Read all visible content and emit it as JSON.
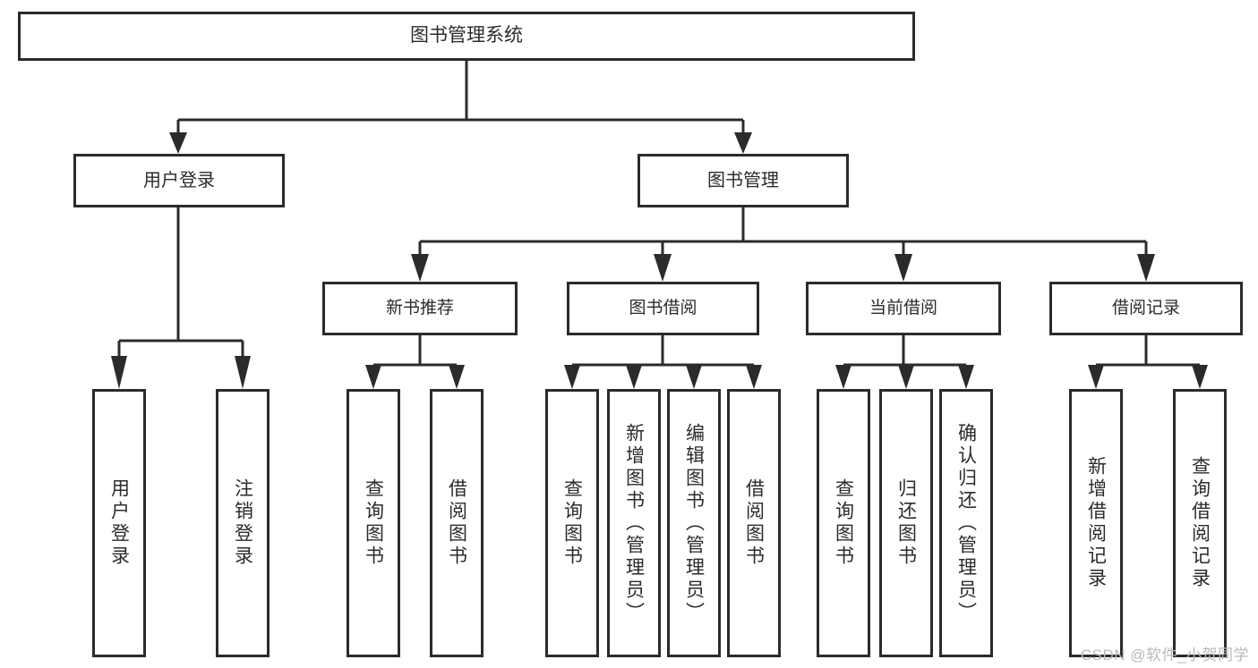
{
  "diagram": {
    "title": "图书管理系统",
    "watermark": "CSDN @软件_小贺同学",
    "colors": {
      "line": "#2b2b2b",
      "box_border": "#2b2b2b",
      "background": "#ffffff",
      "watermark": "#b9b9b9"
    },
    "root": {
      "label": "图书管理系统"
    },
    "level1": [
      {
        "label": "用户登录"
      },
      {
        "label": "图书管理"
      }
    ],
    "level2": [
      {
        "label": "新书推荐"
      },
      {
        "label": "图书借阅"
      },
      {
        "label": "当前借阅"
      },
      {
        "label": "借阅记录"
      }
    ],
    "leaves": {
      "user_login": [
        {
          "label": "用户登录"
        },
        {
          "label": "注销登录"
        }
      ],
      "new_book_recommend": [
        {
          "label": "查询图书"
        },
        {
          "label": "借阅图书"
        }
      ],
      "book_borrow": [
        {
          "label": "查询图书"
        },
        {
          "label": "新增图书（管理员）"
        },
        {
          "label": "编辑图书（管理员）"
        },
        {
          "label": "借阅图书"
        }
      ],
      "current_borrow": [
        {
          "label": "查询图书"
        },
        {
          "label": "归还图书"
        },
        {
          "label": "确认归还（管理员）"
        }
      ],
      "borrow_record": [
        {
          "label": "新增借阅记录"
        },
        {
          "label": "查询借阅记录"
        }
      ]
    }
  }
}
